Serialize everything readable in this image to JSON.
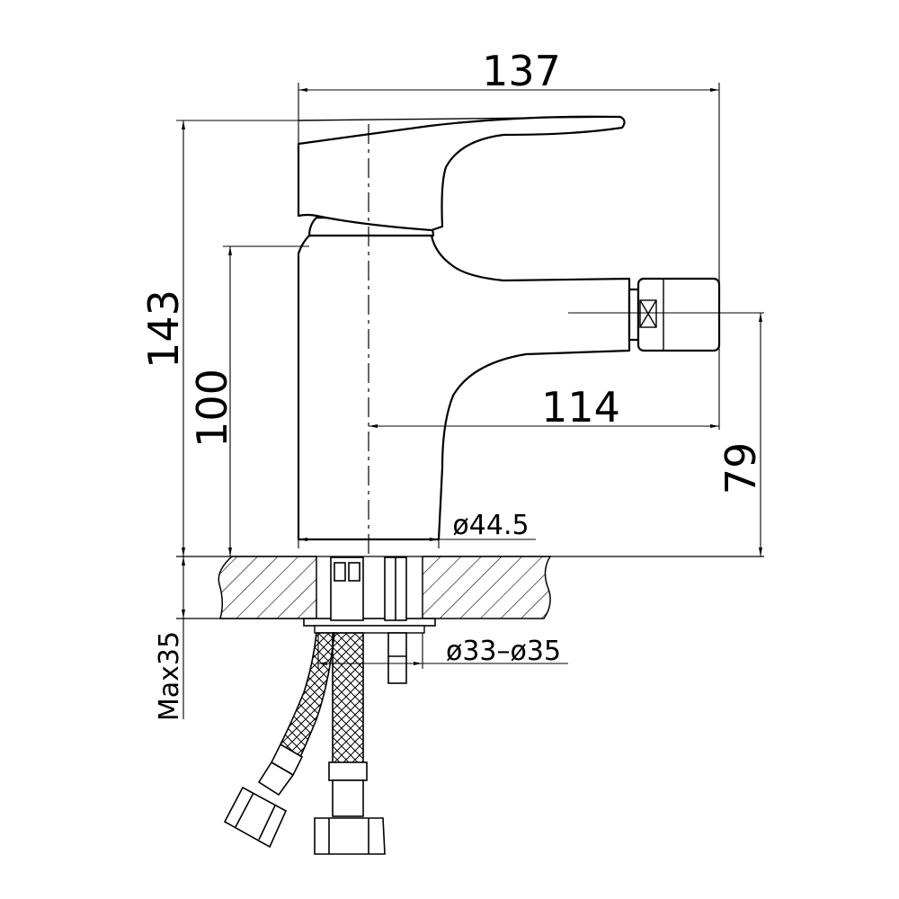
{
  "drawing": {
    "line_color": "#000000",
    "background": "#ffffff",
    "dimensions": {
      "total_width": "137",
      "total_height": "143",
      "body_height": "100",
      "spout_reach": "114",
      "outlet_height": "79",
      "base_diameter": "ø44.5",
      "hole_diameter": "ø33–ø35",
      "max_counter_thickness": "Max35"
    }
  }
}
